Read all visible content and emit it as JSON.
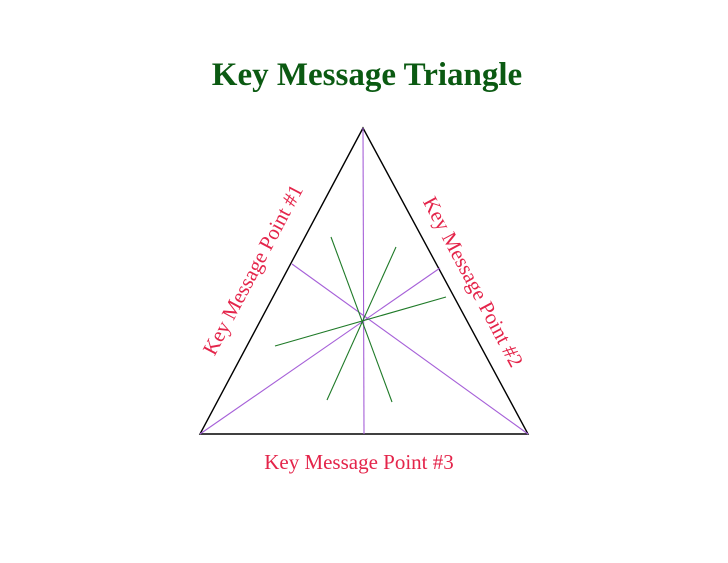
{
  "title": "Key Message Triangle",
  "labels": {
    "side_left": "Key Message Point #1",
    "side_right": "Key Message Point #2",
    "side_bottom": "Key Message Point #3"
  },
  "colors": {
    "title": "#0b5a12",
    "label": "#e4244a",
    "triangle_outline": "#000000",
    "purple_lines": "#a660d8",
    "green_lines": "#1f7a28"
  }
}
